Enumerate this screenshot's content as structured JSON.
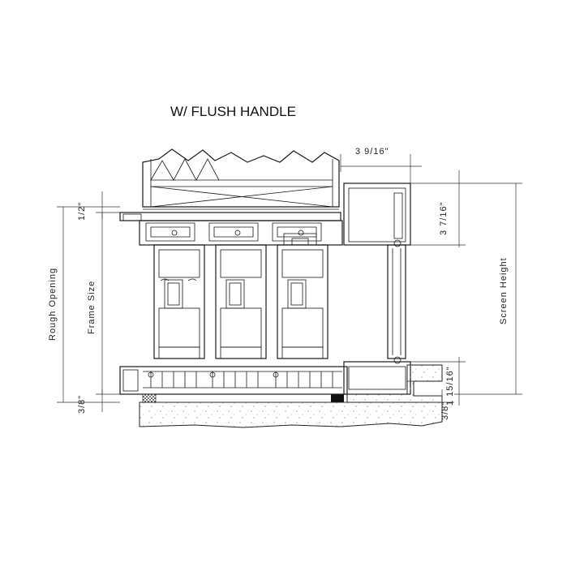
{
  "title": "W/ FLUSH HANDLE",
  "dimensions": {
    "head_offset": "3 9/16\"",
    "top_half": "1/2\"",
    "screen_top": "3 7/16\"",
    "bottom_left": "3/8\"",
    "bottom_right": "3/8\"",
    "sill_right": "1 15/16\""
  },
  "labels": {
    "rough_opening": "Rough Opening",
    "frame_size": "Frame Size",
    "screen_height": "Screen Height"
  }
}
